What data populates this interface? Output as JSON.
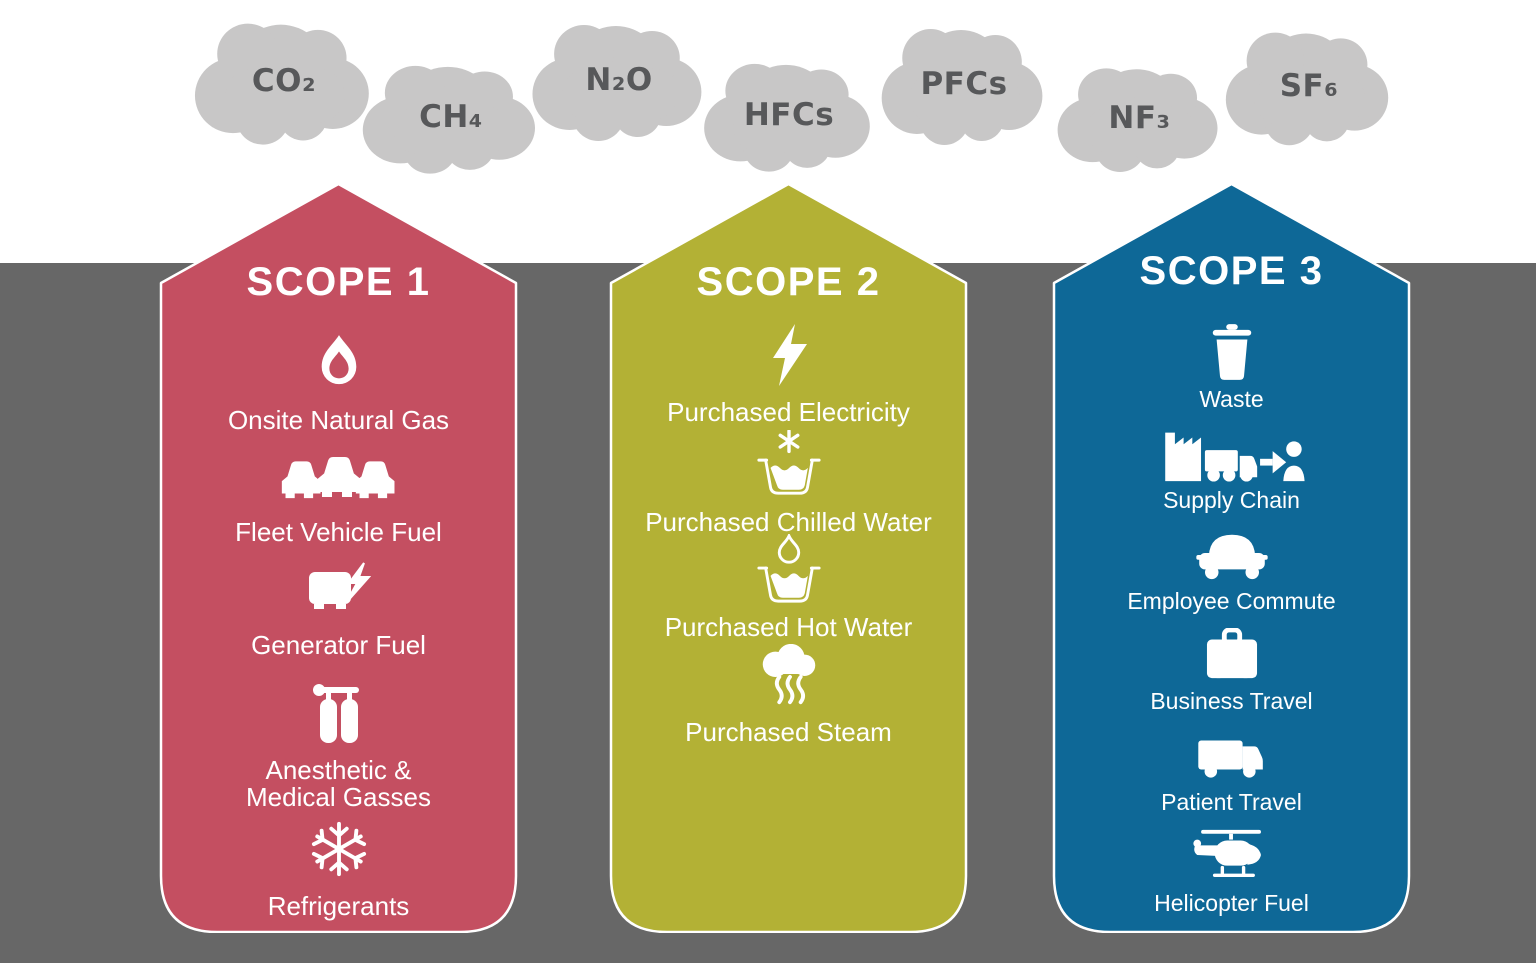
{
  "page": {
    "sky_color": "#ffffff",
    "ground_color": "#676767"
  },
  "cloud_style": {
    "fill": "#c8c7c7",
    "text_color": "#57585a"
  },
  "clouds": [
    {
      "label": "CO₂"
    },
    {
      "label": "CH₄"
    },
    {
      "label": "N₂O"
    },
    {
      "label": "HFCs"
    },
    {
      "label": "PFCs"
    },
    {
      "label": "NF₃"
    },
    {
      "label": "SF₆"
    }
  ],
  "scopes": [
    {
      "title": "SCOPE 1",
      "color": "#c44f61",
      "items": [
        {
          "icon": "flame-icon",
          "label": "Onsite Natural Gas"
        },
        {
          "icon": "fleet-vehicles-icon",
          "label": "Fleet Vehicle Fuel"
        },
        {
          "icon": "generator-icon",
          "label": "Generator Fuel"
        },
        {
          "icon": "gas-cylinders-icon",
          "label": "Anesthetic &\nMedical Gasses"
        },
        {
          "icon": "snowflake-icon",
          "label": "Refrigerants"
        }
      ]
    },
    {
      "title": "SCOPE 2",
      "color": "#b3b135",
      "items": [
        {
          "icon": "electricity-bolt-icon",
          "label": "Purchased Electricity"
        },
        {
          "icon": "chilled-water-icon",
          "label": "Purchased Chilled Water"
        },
        {
          "icon": "hot-water-icon",
          "label": "Purchased Hot Water"
        },
        {
          "icon": "steam-icon",
          "label": "Purchased Steam"
        }
      ]
    },
    {
      "title": "SCOPE 3",
      "color": "#0e6897",
      "items": [
        {
          "icon": "waste-bin-icon",
          "label": "Waste"
        },
        {
          "icon": "supply-chain-icon",
          "label": "Supply Chain"
        },
        {
          "icon": "commute-car-icon",
          "label": "Employee Commute"
        },
        {
          "icon": "business-travel-icon",
          "label": "Business Travel"
        },
        {
          "icon": "ambulance-icon",
          "label": "Patient Travel"
        },
        {
          "icon": "helicopter-icon",
          "label": "Helicopter Fuel"
        }
      ]
    }
  ]
}
